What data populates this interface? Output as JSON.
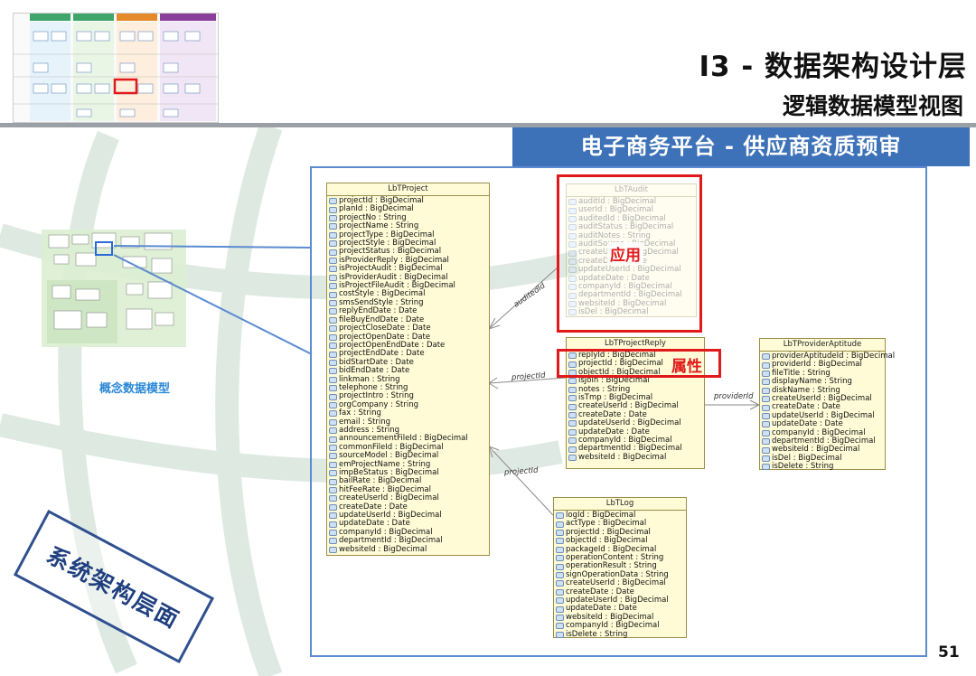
{
  "header": {
    "title": "I3 - 数据架构设计层",
    "subtitle": "逻辑数据模型视图"
  },
  "banner": "电子商务平台 - 供应商资质预审",
  "thumbnail_label": "概念数据模型",
  "stamp": "系统架构层面",
  "page_number": "51",
  "annotations": {
    "app_label": "应用",
    "attr_label": "属性"
  },
  "associations": [
    "auditedId",
    "projectId",
    "projectId",
    "providerId"
  ],
  "colors": {
    "banner": "#3d72b8",
    "highlight": "#e01a1a",
    "class_fill": "#fefbd6",
    "frame": "#5b8bd0"
  },
  "classes": {
    "LbTProject": {
      "name": "LbTProject",
      "attributes": [
        "projectId : BigDecimal",
        "planId : BigDecimal",
        "projectNo : String",
        "projectName : String",
        "projectType : BigDecimal",
        "projectStyle : BigDecimal",
        "projectStatus : BigDecimal",
        "isProviderReply : BigDecimal",
        "isProjectAudit : BigDecimal",
        "isProviderAudit : BigDecimal",
        "isProjectFileAudit : BigDecimal",
        "costStyle : BigDecimal",
        "smsSendStyle : String",
        "replyEndDate : Date",
        "fileBuyEndDate : Date",
        "projectCloseDate : Date",
        "projectOpenDate : Date",
        "projectOpenEndDate : Date",
        "projectEndDate : Date",
        "bidStartDate : Date",
        "bidEndDate : Date",
        "linkman : String",
        "telephone : String",
        "projectIntro : String",
        "orgCompany : String",
        "fax : String",
        "email : String",
        "address : String",
        "announcementFileId : BigDecimal",
        "commonFileId : BigDecimal",
        "sourceModel : BigDecimal",
        "emProjectName : String",
        "impBeStatus : BigDecimal",
        "bailRate : BigDecimal",
        "hitFeeRate : BigDecimal",
        "createUserId : BigDecimal",
        "createDate : Date",
        "updateUserId : BigDecimal",
        "updateDate : Date",
        "companyId : BigDecimal",
        "departmentId : BigDecimal",
        "websiteId : BigDecimal"
      ]
    },
    "LbTAudit": {
      "name": "LbTAudit",
      "attributes": [
        "auditId : BigDecimal",
        "userId : BigDecimal",
        "auditedId : BigDecimal",
        "auditStatus : BigDecimal",
        "auditNotes : String",
        "auditSource : BigDecimal",
        "createUserId : BigDecimal",
        "createDate : Date",
        "updateUserId : BigDecimal",
        "updateDate : Date",
        "companyId : BigDecimal",
        "departmentId : BigDecimal",
        "websiteId : BigDecimal",
        "isDel : BigDecimal"
      ]
    },
    "LbTProjectReply": {
      "name": "LbTProjectReply",
      "attributes": [
        "replyId : BigDecimal",
        "projectId : BigDecimal",
        "objectId : BigDecimal",
        "isJoin : BigDecimal",
        "notes : String",
        "isTmp : BigDecimal",
        "createUserId : BigDecimal",
        "createDate : Date",
        "updateUserId : BigDecimal",
        "updateDate : Date",
        "companyId : BigDecimal",
        "departmentId : BigDecimal",
        "websiteId : BigDecimal"
      ]
    },
    "LbTProviderAptitude": {
      "name": "LbTProviderAptitude",
      "attributes": [
        "providerAptitudeId : BigDecimal",
        "providerId : BigDecimal",
        "fileTitle : String",
        "displayName : String",
        "diskName : String",
        "createUserId : BigDecimal",
        "createDate : Date",
        "updateUserId : BigDecimal",
        "updateDate : Date",
        "companyId : BigDecimal",
        "departmentId : BigDecimal",
        "websiteId : BigDecimal",
        "isDel : BigDecimal",
        "isDelete : String"
      ]
    },
    "LbTLog": {
      "name": "LbTLog",
      "attributes": [
        "logId : BigDecimal",
        "actType : BigDecimal",
        "projectId : BigDecimal",
        "objectId : BigDecimal",
        "packageId : BigDecimal",
        "operationContent : String",
        "operationResult : String",
        "signOperationData : String",
        "createUserId : BigDecimal",
        "createDate : Date",
        "updateUserId : BigDecimal",
        "updateDate : Date",
        "websiteId : BigDecimal",
        "companyId : BigDecimal",
        "isDelete : String"
      ]
    }
  }
}
